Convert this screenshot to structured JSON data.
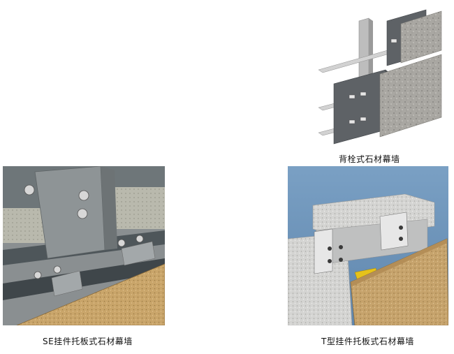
{
  "figures": [
    {
      "id": "back-bolt",
      "caption": "背栓式石材幕墙"
    },
    {
      "id": "se-hanger",
      "caption": "SE挂件托板式石材幕墙"
    },
    {
      "id": "t-hanger",
      "caption": "T型挂件托板式石材幕墙"
    }
  ]
}
